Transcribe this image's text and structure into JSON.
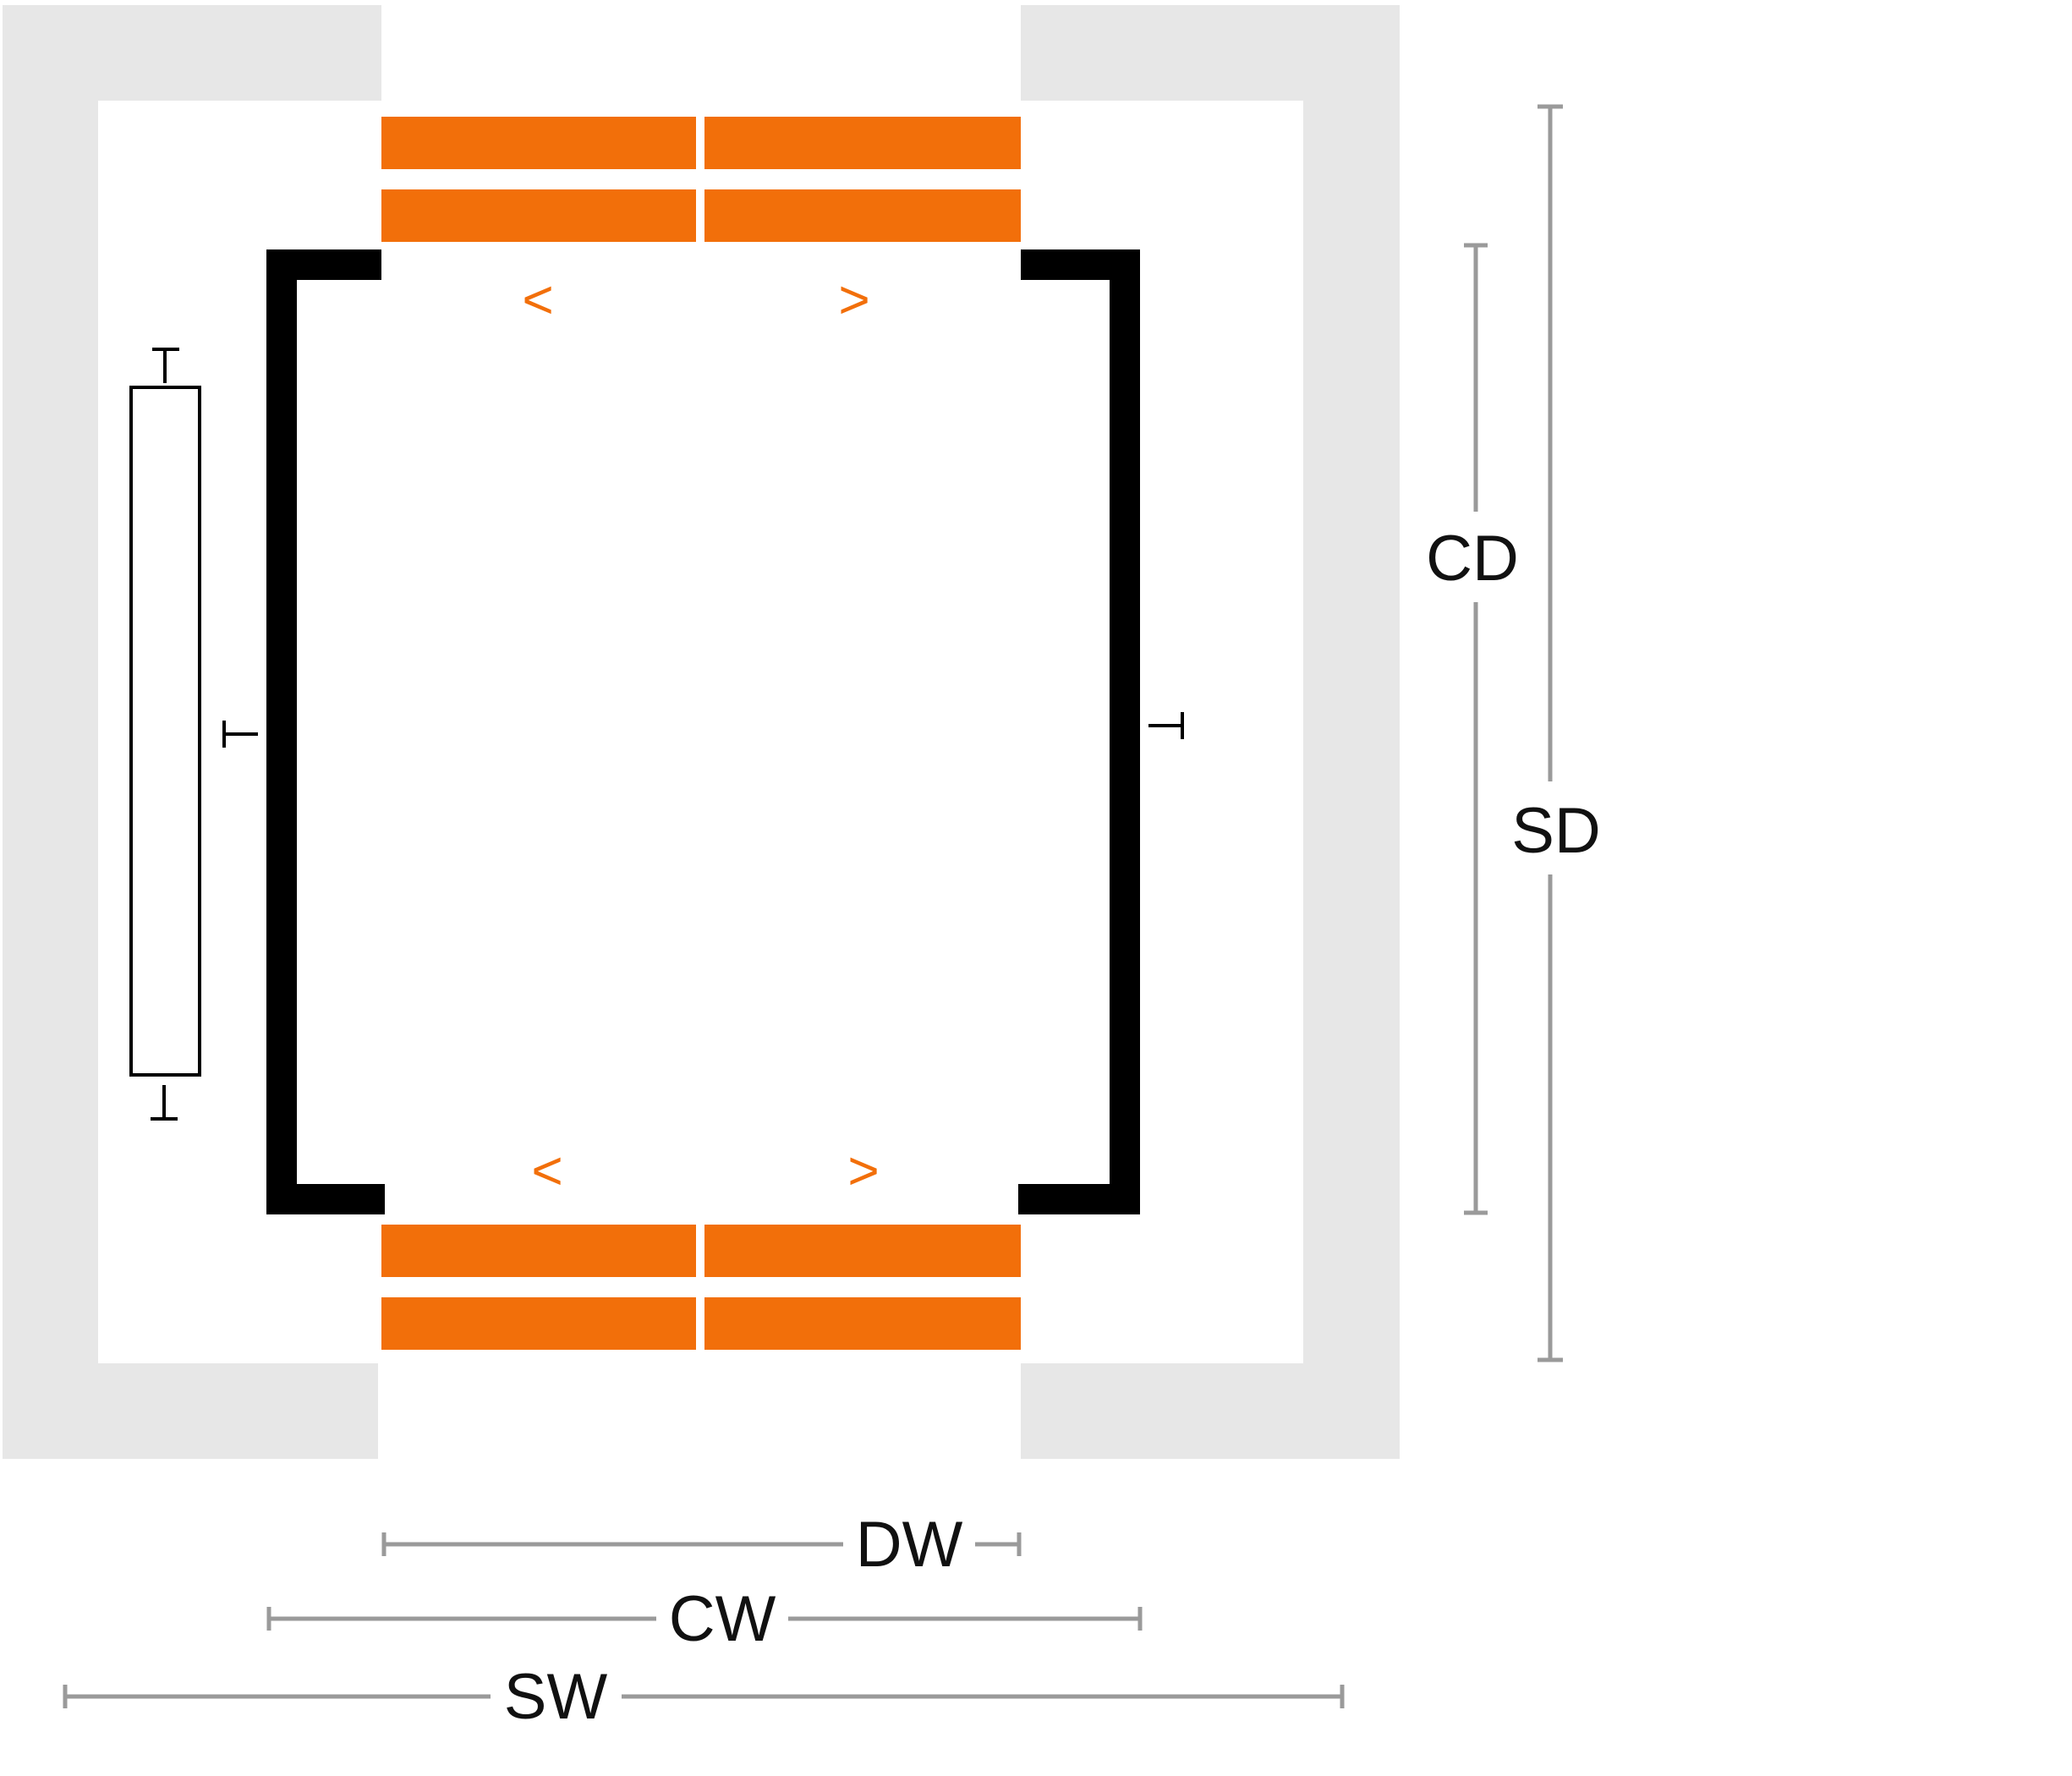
{
  "dimensions": {
    "door_width": "DW",
    "car_width": "CW",
    "shaft_width": "SW",
    "car_depth": "CD",
    "shaft_depth": "SD"
  },
  "markers": {
    "counterweight_top": "T",
    "counterweight_bottom": "T",
    "left_wall": "T",
    "right_wall": "T"
  },
  "door_arrows": {
    "top_left": "<",
    "top_right": ">",
    "bottom_left": "<",
    "bottom_right": ">"
  },
  "colors": {
    "shaft": "#e7e7e7",
    "doors": "#f26f0a",
    "car_walls": "#000000",
    "dimension_lines": "#9a9a9a"
  }
}
